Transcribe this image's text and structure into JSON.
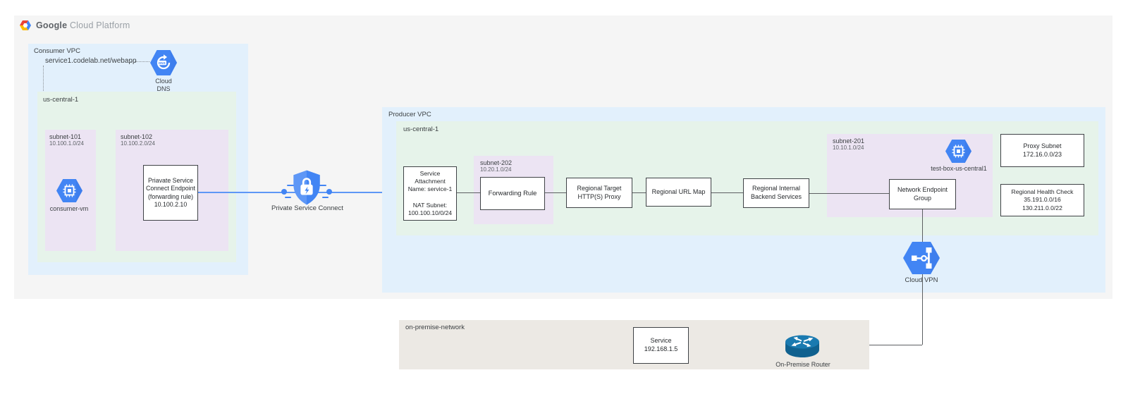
{
  "header": {
    "brand_bold": "Google",
    "brand_light": "Cloud Platform"
  },
  "colors": {
    "panel_gray": "#f5f5f5",
    "vpc_blue": "#e2f0fc",
    "region_green": "#e6f3ea",
    "subnet_purple": "#ece4f3",
    "onprem_beige": "#ece9e4",
    "icon_blue": "#4285f4",
    "connector_blue": "#5e97f6",
    "connector_gray": "#5c5f62",
    "router_teal": "#10618f"
  },
  "consumer_vpc": {
    "label": "Consumer VPC",
    "dns_record": "service1.codelab.net/webapp",
    "cloud_dns_label": "Cloud\nDNS",
    "region": {
      "label": "us-central-1",
      "subnet101": {
        "name": "subnet-101",
        "cidr": "10.100.1.0/24",
        "vm_label": "consumer-vm"
      },
      "subnet102": {
        "name": "subnet-102",
        "cidr": "10.100.2.0/24",
        "endpoint_text": "Priavate Service\nConnect Endpoint\n(forwarding rule)\n10.100.2.10"
      }
    }
  },
  "psc": {
    "label": "Private Service Connect"
  },
  "producer_vpc": {
    "label": "Producer VPC",
    "region_label": "us-central-1",
    "service_attachment": "Service\nAttachment\nName: service-1\n\nNAT Subnet:\n100.100.10/0/24",
    "subnet202": {
      "name": "subnet-202",
      "cidr": "10.20.1.0/24",
      "forwarding_rule": "Forwarding Rule"
    },
    "target_proxy": "Regional Target\nHTTP(S) Proxy",
    "url_map": "Regional URL Map",
    "backend_services": "Regional Internal\nBackend Services",
    "subnet201": {
      "name": "subnet-201",
      "cidr": "10.10.1.0/24",
      "vm_label": "test-box-us-central1",
      "neg": "Network Endpoint\nGroup"
    },
    "proxy_subnet": "Proxy Subnet\n172.16.0.0/23",
    "health_check": "Regional Health Check\n35.191.0.0/16\n130.211.0.0/22",
    "cloud_vpn_label": "Cloud VPN"
  },
  "on_premise": {
    "label": "on-premise-network",
    "service_box": "Service\n192.168.1.5",
    "router_label": "On-Premise Router"
  }
}
